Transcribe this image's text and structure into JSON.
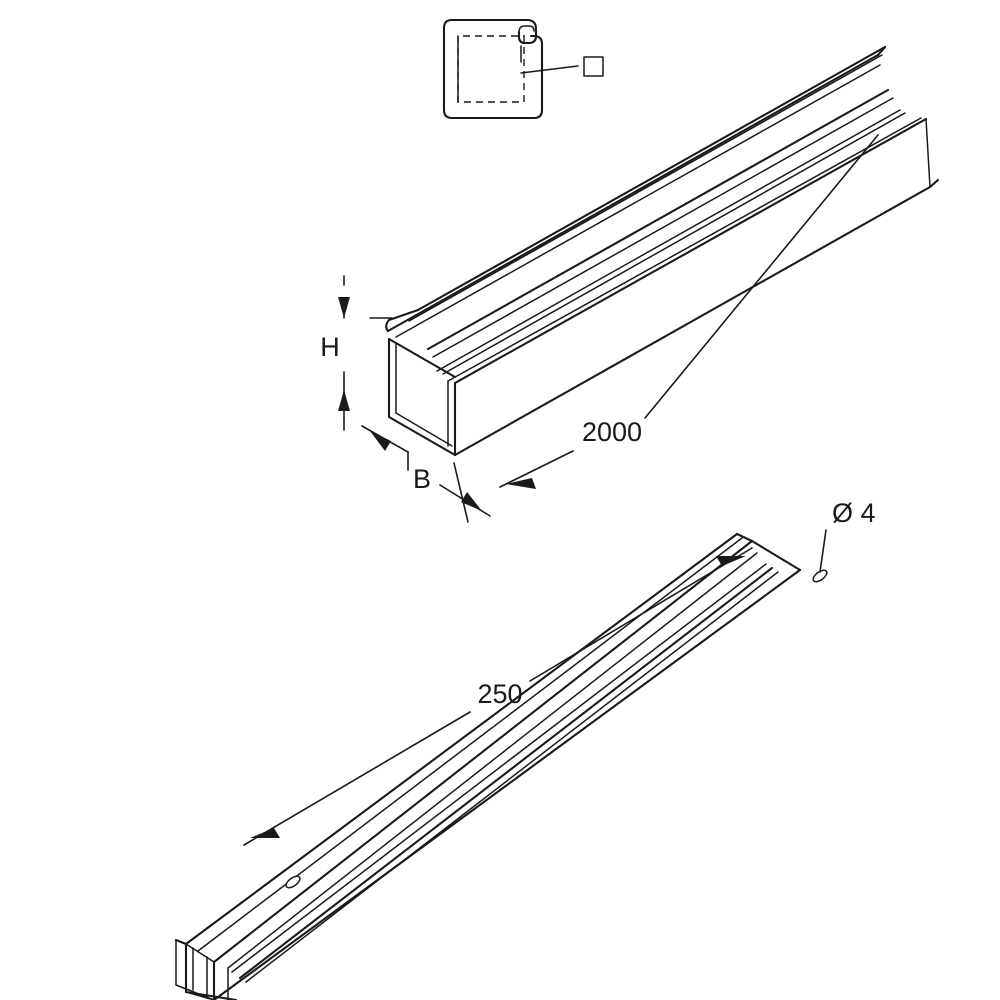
{
  "drawing": {
    "title": "Cable trunking technical drawing",
    "labels": {
      "height": "H",
      "width": "B",
      "length_main": "2000",
      "length_section": "250",
      "hole_diameter": "Ø 4"
    },
    "callout": {
      "symbol_name": "square-detail-marker",
      "leader_name": "detail-leader-line"
    },
    "views": [
      {
        "name": "cross-section-detail",
        "label": ""
      },
      {
        "name": "trunking-perspective-upper",
        "label": ""
      },
      {
        "name": "trunking-perspective-lower",
        "label": ""
      }
    ],
    "colors": {
      "line": "#1a1a1a",
      "fill": "#ffffff",
      "background": "#ffffff"
    }
  }
}
